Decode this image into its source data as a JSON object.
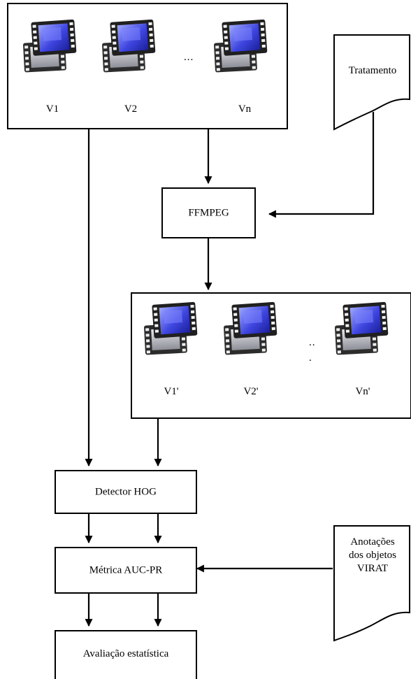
{
  "top_group": {
    "videos": [
      "V1",
      "V2",
      "Vn"
    ],
    "ellipsis": "..."
  },
  "treatment_doc": {
    "label": "Tratamento"
  },
  "ffmpeg": {
    "label": "FFMPEG"
  },
  "processed_group": {
    "videos": [
      "V1'",
      "V2'",
      "Vn'"
    ],
    "ellipsis_top": "..",
    "ellipsis_bottom": "."
  },
  "hog": {
    "label": "Detector HOG"
  },
  "metric": {
    "label": "Métrica AUC-PR"
  },
  "annotations_doc": {
    "lines": [
      "Anotações",
      "dos objetos",
      "VIRAT"
    ]
  },
  "evaluation": {
    "label": "Avaliação estatística"
  }
}
